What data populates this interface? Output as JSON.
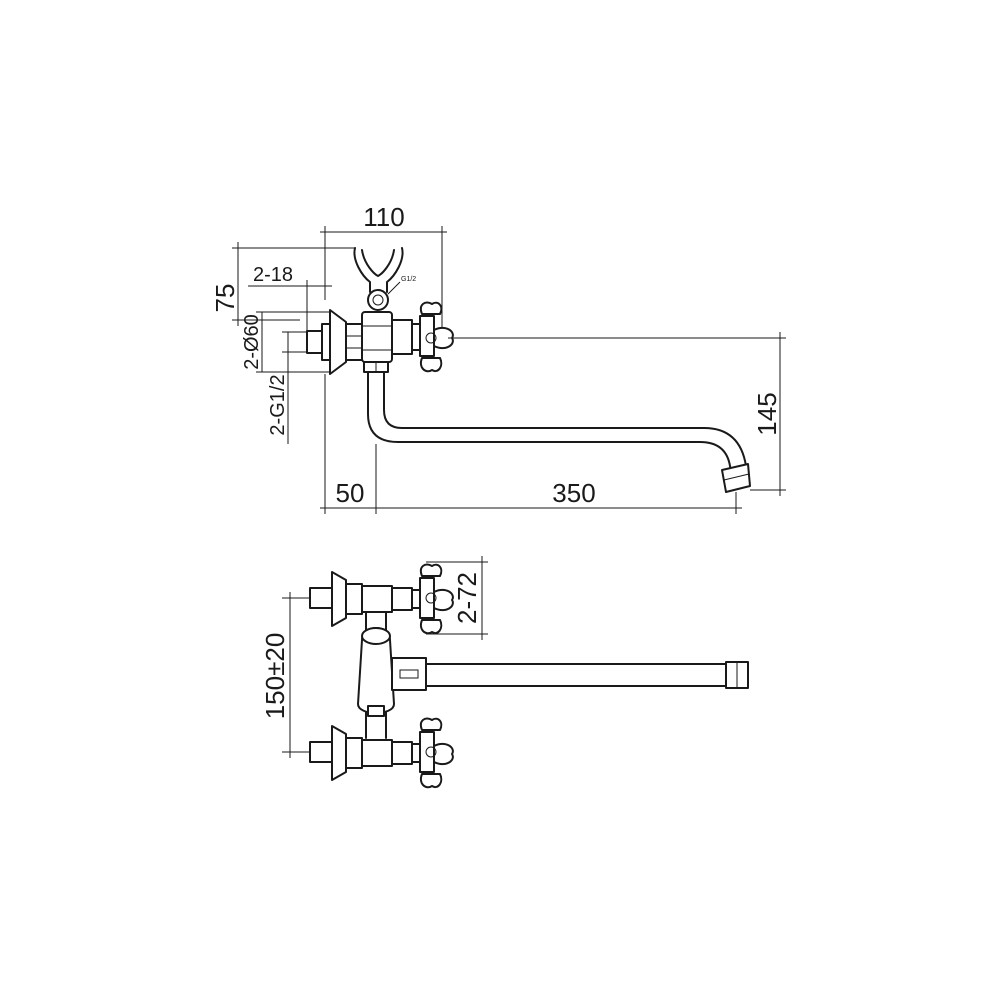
{
  "dimensions": {
    "width_top": "110",
    "height_left": "75",
    "connector_length": "2-18",
    "flange_diameter": "2-Ø60",
    "thread": "2-G1/2",
    "spout_height": "145",
    "offset": "50",
    "spout_length": "350",
    "handle_size": "2-72",
    "center_distance": "150±20",
    "shower_thread": "G1/2"
  }
}
